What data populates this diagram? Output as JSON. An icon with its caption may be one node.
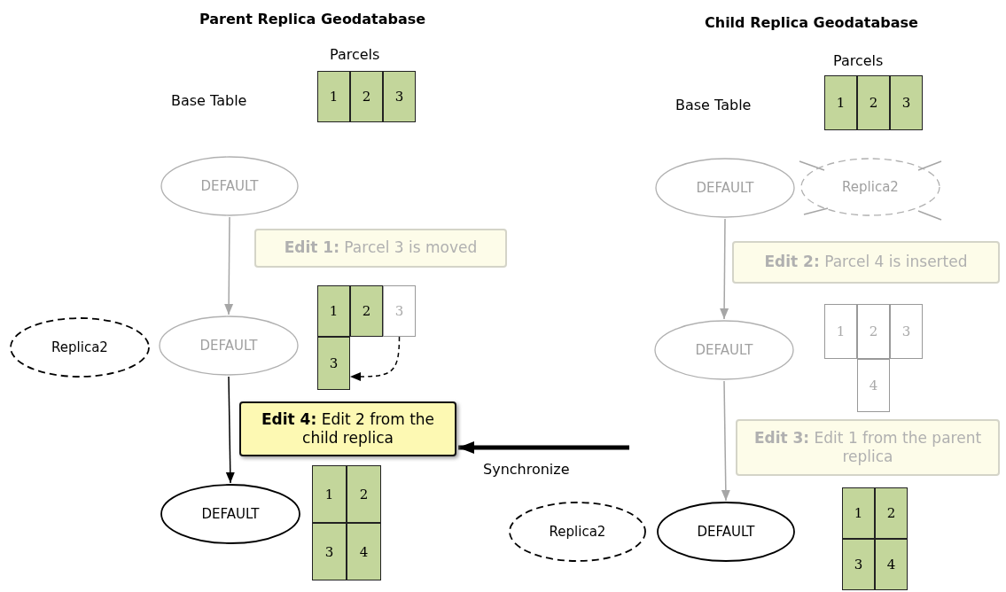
{
  "diagram": {
    "nodes": [
      {
        "text": [
          "DEFAULT"
        ]
      },
      {
        "text": [
          "Replica2"
        ]
      },
      {
        "text": [
          "DEFAULT"
        ]
      },
      {
        "text": [
          "DEFAULT"
        ]
      },
      {
        "text": [
          "**Edit 1:** Parcel 3 is moved"
        ]
      },
      {
        "text": [
          "**Edit 4:** Edit 2 from the child replica"
        ]
      },
      {
        "text": [
          "DEFAULT"
        ]
      },
      {
        "text": [
          "Replica2"
        ]
      },
      {
        "text": [
          "DEFAULT"
        ]
      },
      {
        "text": [
          "DEFAULT"
        ]
      },
      {
        "text": [
          "Replica2"
        ]
      },
      {
        "text": [
          "**Edit 2:** Parcel 4 is inserted"
        ]
      },
      {
        "text": [
          "**Edit 3:** Edit 1 from the parent replica"
        ]
      },
      {
        "text": [
          "1"
        ]
      },
      {
        "text": [
          "2"
        ]
      },
      {
        "text": [
          "3"
        ]
      },
      {
        "text": [
          "1"
        ]
      },
      {
        "text": [
          "2"
        ]
      },
      {
        "text": [
          "3"
        ]
      },
      {
        "text": [
          "3"
        ]
      },
      {
        "text": [
          "1"
        ]
      },
      {
        "text": [
          "2"
        ]
      },
      {
        "text": [
          "3"
        ]
      },
      {
        "text": [
          "4"
        ]
      },
      {
        "text": [
          "1"
        ]
      },
      {
        "text": [
          "2"
        ]
      },
      {
        "text": [
          "3"
        ]
      },
      {
        "text": [
          "1"
        ]
      },
      {
        "text": [
          "2"
        ]
      },
      {
        "text": [
          "3"
        ]
      },
      {
        "text": [
          "4"
        ]
      },
      {
        "text": [
          "1"
        ]
      },
      {
        "text": [
          "2"
        ]
      },
      {
        "text": [
          "3"
        ]
      },
      {
        "text": [
          "4"
        ]
      }
    ],
    "edges": [
      {
        "from": 0,
        "to": 2,
        "arrow": "to",
        "color": "#a6a6a6"
      },
      {
        "from": 2,
        "to": 3,
        "arrow": "to",
        "color": "#000000"
      },
      {
        "from": 18,
        "to": 19,
        "arrow": "to",
        "style": "dashed",
        "color": "#000000"
      },
      {
        "from": null,
        "to": 5,
        "arrow": "to",
        "label": "Synchronize",
        "style": "thick",
        "color": "#000000"
      },
      {
        "from": 6,
        "to": 8,
        "arrow": "to",
        "color": "#a6a6a6"
      },
      {
        "from": 8,
        "to": 9,
        "arrow": "to",
        "color": "#a6a6a6"
      }
    ],
    "labels": [
      "Parent Replica Geodatabase",
      "Child Replica Geodatabase",
      "Parcels",
      "Parcels",
      "Base Table",
      "Base Table"
    ]
  }
}
